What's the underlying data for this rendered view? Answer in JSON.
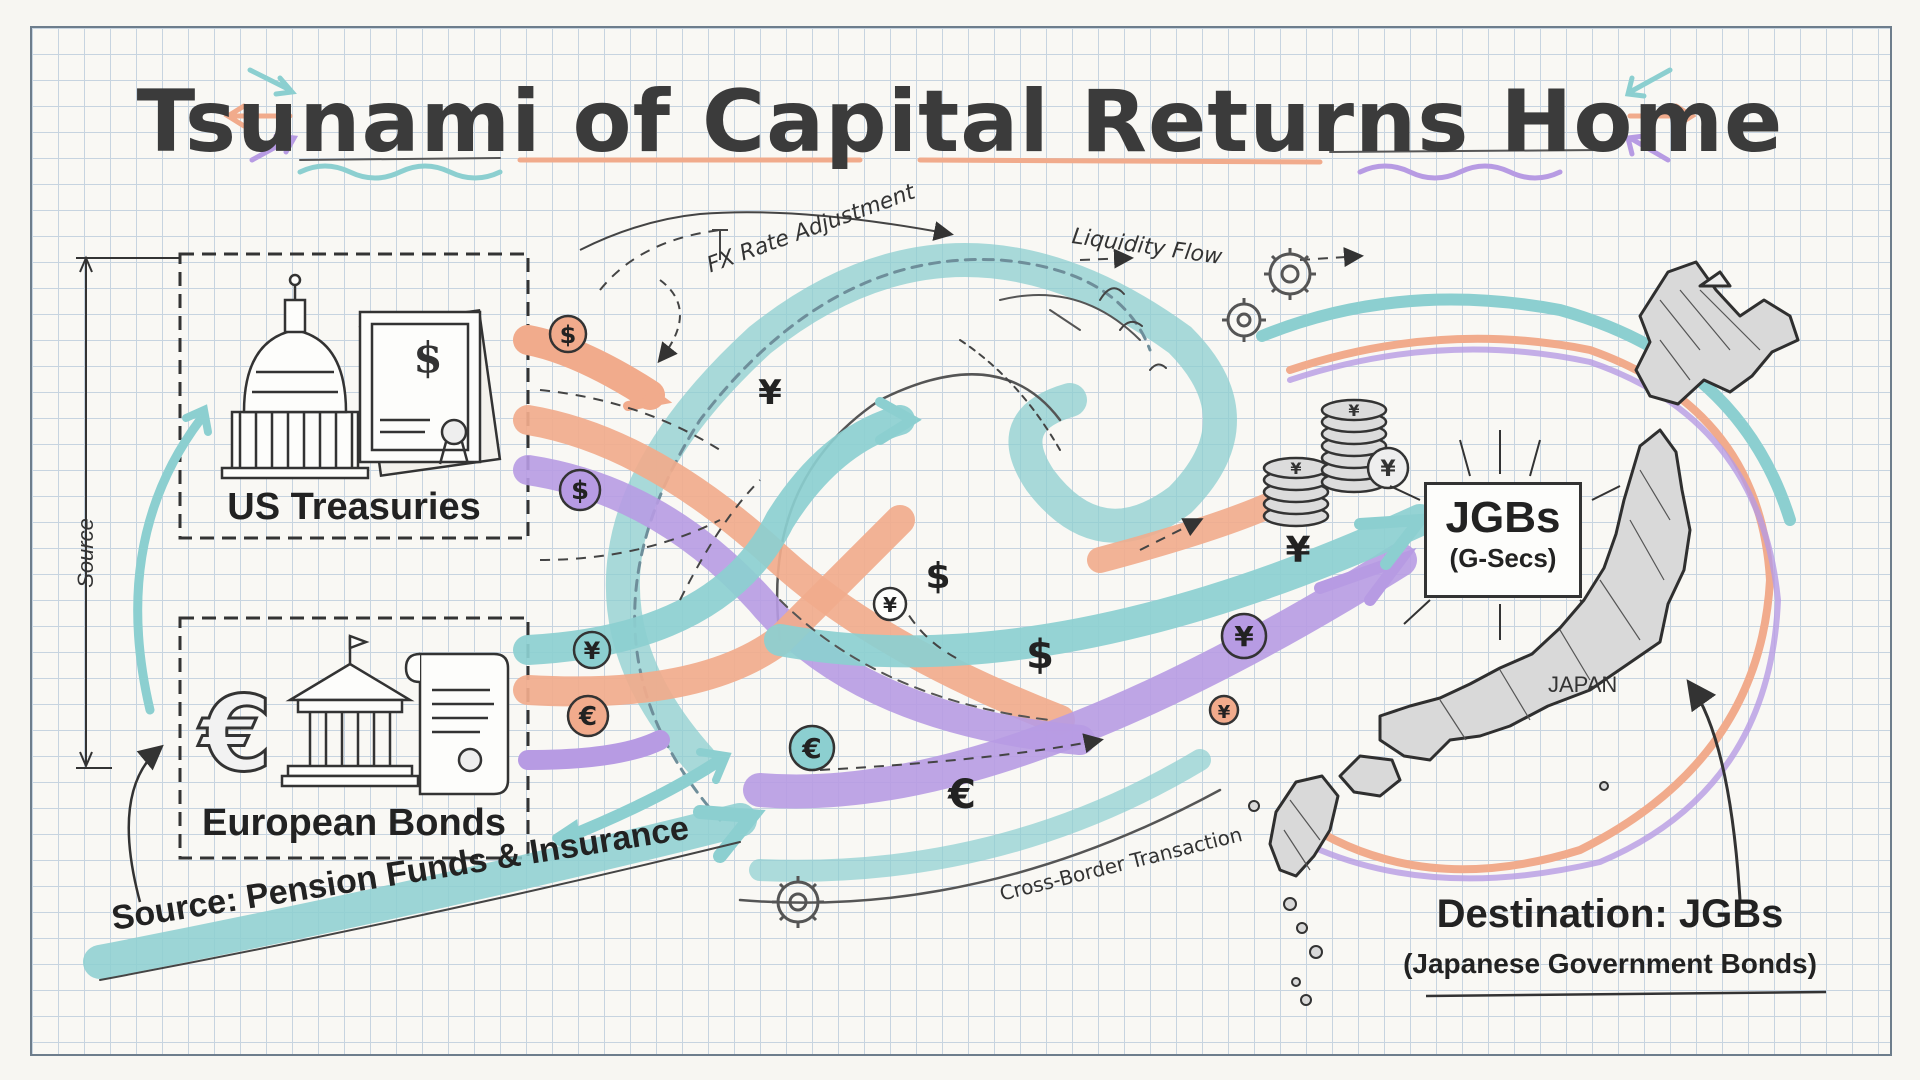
{
  "title": "Tsunami of Capital Returns Home",
  "sources": {
    "us_treasuries": "US Treasuries",
    "european_bonds": "European Bonds",
    "side_label": "Source",
    "bottom_label": "Source: Pension Funds & Insurance"
  },
  "annotations": {
    "fx": "FX Rate Adjustment",
    "liquidity": "Liquidity Flow",
    "cross_border": "Cross-Border Transaction"
  },
  "destination": {
    "box_main": "JGBs",
    "box_sub": "(G-Secs)",
    "map_label": "JAPAN",
    "main": "Destination: JGBs",
    "sub": "(Japanese Government Bonds)"
  },
  "symbols": {
    "dollar": "$",
    "yen": "¥",
    "euro": "€"
  },
  "colors": {
    "teal": "#8ccfd0",
    "salmon": "#f1ab8c",
    "lavender": "#b79be3",
    "ink": "#2f2f2f"
  }
}
